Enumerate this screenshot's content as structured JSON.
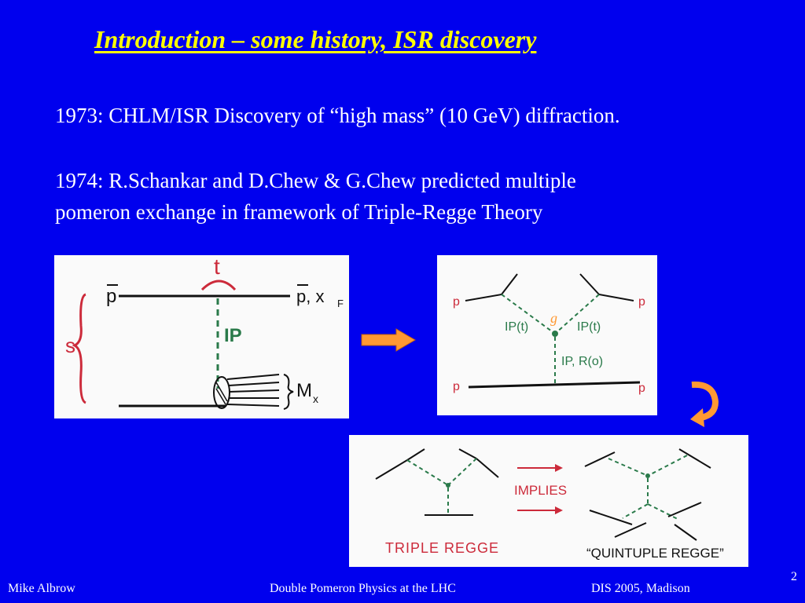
{
  "slide": {
    "title": "Introduction – some history, ISR discovery",
    "para1": "1973: CHLM/ISR Discovery of “high mass” (10 GeV) diffraction.",
    "para2_line1": "1974: R.Schankar and D.Chew & G.Chew predicted multiple",
    "para2_line2": "pomeron exchange in framework of Triple-Regge Theory",
    "page_number": "2"
  },
  "fig1": {
    "t": "t",
    "p_in": "p",
    "p_out": "p, x",
    "xf_sub": "F",
    "s": "s",
    "pomeron": "IP",
    "mx": "M",
    "mx_sub": "x"
  },
  "fig2": {
    "p": "p",
    "g": "g",
    "ip_t": "IP(t)",
    "ip_r0": "IP, R(o)"
  },
  "fig3": {
    "implies": "IMPLIES",
    "triple": "TRIPLE REGGE",
    "quintuple": "“QUINTUPLE REGGE”"
  },
  "footer": {
    "left": "Mike Albrow",
    "center": "Double Pomeron Physics  at the LHC",
    "right": "DIS 2005, Madison"
  },
  "colors": {
    "background": "#0000ee",
    "title": "#ffff00",
    "arrow": "#ff9933",
    "ink_red": "#cc2a3a",
    "ink_green": "#2a7a4a"
  }
}
